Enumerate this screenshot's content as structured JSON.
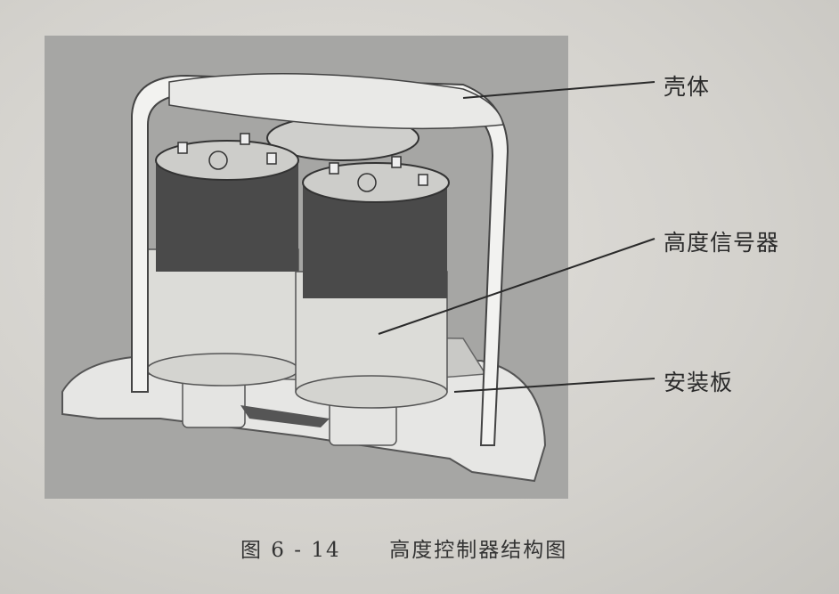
{
  "labels": {
    "housing": "壳体",
    "altitude_sensor": "高度信号器",
    "mounting_plate": "安装板"
  },
  "caption": {
    "number": "图 6 - 14",
    "title": "高度控制器结构图"
  },
  "colors": {
    "panel": "#a6a6a4",
    "sensor_dark_band": "#4a4a4a",
    "sensor_light_body": "#dcdcd8",
    "housing_stroke": "#ffffff",
    "leader_line": "#2a2a2a"
  }
}
